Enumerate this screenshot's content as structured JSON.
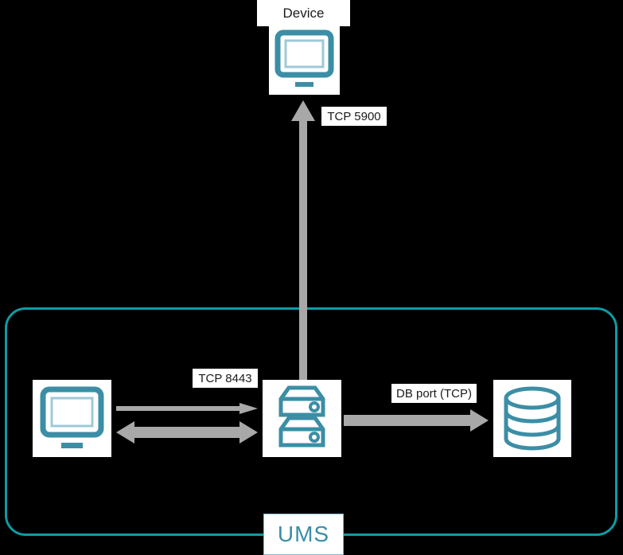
{
  "diagram": {
    "type": "network-architecture",
    "background_color": "#000000",
    "accent_teal": "#3b8ea5",
    "boundary_color": "#0e9ba4",
    "arrow_color": "#a8a8a8",
    "label_bg": "#ffffff",
    "title": "UMS connection ports diagram"
  },
  "boundary": {
    "label": "UMS",
    "shape": "rounded-rectangle"
  },
  "nodes": {
    "device": {
      "label": "Device",
      "icon": "monitor-icon"
    },
    "client": {
      "label": "",
      "icon": "monitor-icon"
    },
    "server": {
      "label": "",
      "icon": "server-icon"
    },
    "database": {
      "label": "",
      "icon": "database-icon"
    }
  },
  "connections": [
    {
      "id": "device-link",
      "label": "TCP 5900",
      "from": "server",
      "to": "device",
      "direction": "up",
      "arrow_heads": "single"
    },
    {
      "id": "client-link",
      "label": "TCP 8443",
      "from": "client",
      "to": "server",
      "direction": "horizontal",
      "arrow_heads": "double"
    },
    {
      "id": "db-link",
      "label": "DB port (TCP)",
      "from": "server",
      "to": "database",
      "direction": "right",
      "arrow_heads": "single"
    }
  ]
}
